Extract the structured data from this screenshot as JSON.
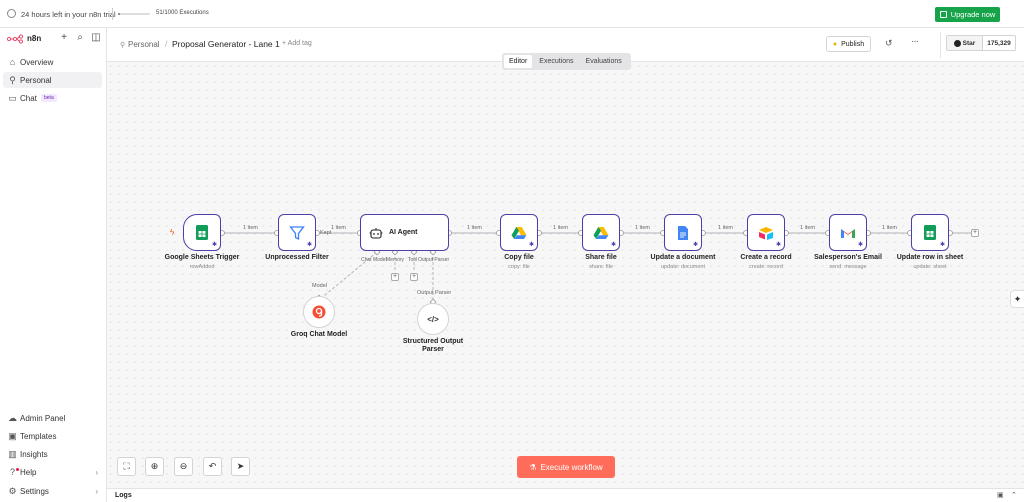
{
  "banner": {
    "trial_text": "24 hours left in your n8n trial",
    "executions_text": "51/1000 Executions",
    "executions_progress": 0.051,
    "upgrade_label": "Upgrade now"
  },
  "sidebar": {
    "logo_text": "n8n",
    "items": [
      {
        "label": "Overview",
        "icon": "home-icon"
      },
      {
        "label": "Personal",
        "icon": "user-icon"
      },
      {
        "label": "Chat",
        "icon": "chat-icon",
        "badge": "beta"
      }
    ],
    "bottom_items": [
      {
        "label": "Admin Panel",
        "icon": "cloud-icon"
      },
      {
        "label": "Templates",
        "icon": "templates-icon"
      },
      {
        "label": "Insights",
        "icon": "insights-icon"
      },
      {
        "label": "Help",
        "icon": "help-icon"
      },
      {
        "label": "Settings",
        "icon": "gear-icon"
      }
    ]
  },
  "header": {
    "breadcrumb": "Personal",
    "workflow_name": "Proposal Generator - Lane 1",
    "add_tag": "+ Add tag",
    "publish_label": "Publish",
    "github_star": "Star",
    "github_count": "175,329"
  },
  "tabs": [
    "Editor",
    "Executions",
    "Evaluations"
  ],
  "active_tab": "Editor",
  "nodes": [
    {
      "label": "Google Sheets Trigger",
      "sub": "rowAdded"
    },
    {
      "label": "Unprocessed Filter",
      "sub": ""
    },
    {
      "label": "AI Agent",
      "sub": ""
    },
    {
      "label": "Copy file",
      "sub": "copy: file"
    },
    {
      "label": "Share file",
      "sub": "share: file"
    },
    {
      "label": "Update a document",
      "sub": "update: document"
    },
    {
      "label": "Create a record",
      "sub": "create: record"
    },
    {
      "label": "Salesperson's Email",
      "sub": "send: message"
    },
    {
      "label": "Update row in sheet",
      "sub": "update: sheet"
    },
    {
      "label": "Groq Chat Model",
      "sub": ""
    },
    {
      "label": "Structured Output Parser",
      "sub": ""
    }
  ],
  "edge_labels": {
    "item": "1 item",
    "kept": "Kept",
    "model": "Model",
    "output_parser": "Output Parser"
  },
  "agent_ports": [
    "Chat Model",
    "Memory",
    "Tool",
    "Output Parser"
  ],
  "execute_label": "Execute workflow",
  "logs_label": "Logs",
  "colors": {
    "node_border": "#4b3fa8",
    "execute": "#ff6d5a",
    "upgrade": "#16a34a"
  }
}
